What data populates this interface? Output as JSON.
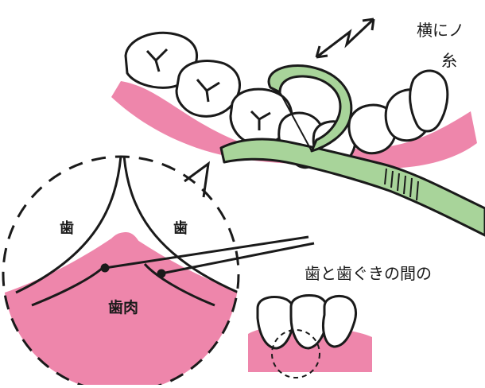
{
  "captions": {
    "floss_line1": "横にノ",
    "floss_line2": "糸",
    "gap": "歯と歯ぐきの間の"
  },
  "labels": {
    "tooth_left": "歯",
    "tooth_right": "歯",
    "gum": "歯肉"
  },
  "icons": [
    "zigzag-arrow-icon"
  ],
  "colors": {
    "gum_pink": "#ee86ab",
    "floss_green": "#a8d49a",
    "outline": "#1a1a1a"
  }
}
